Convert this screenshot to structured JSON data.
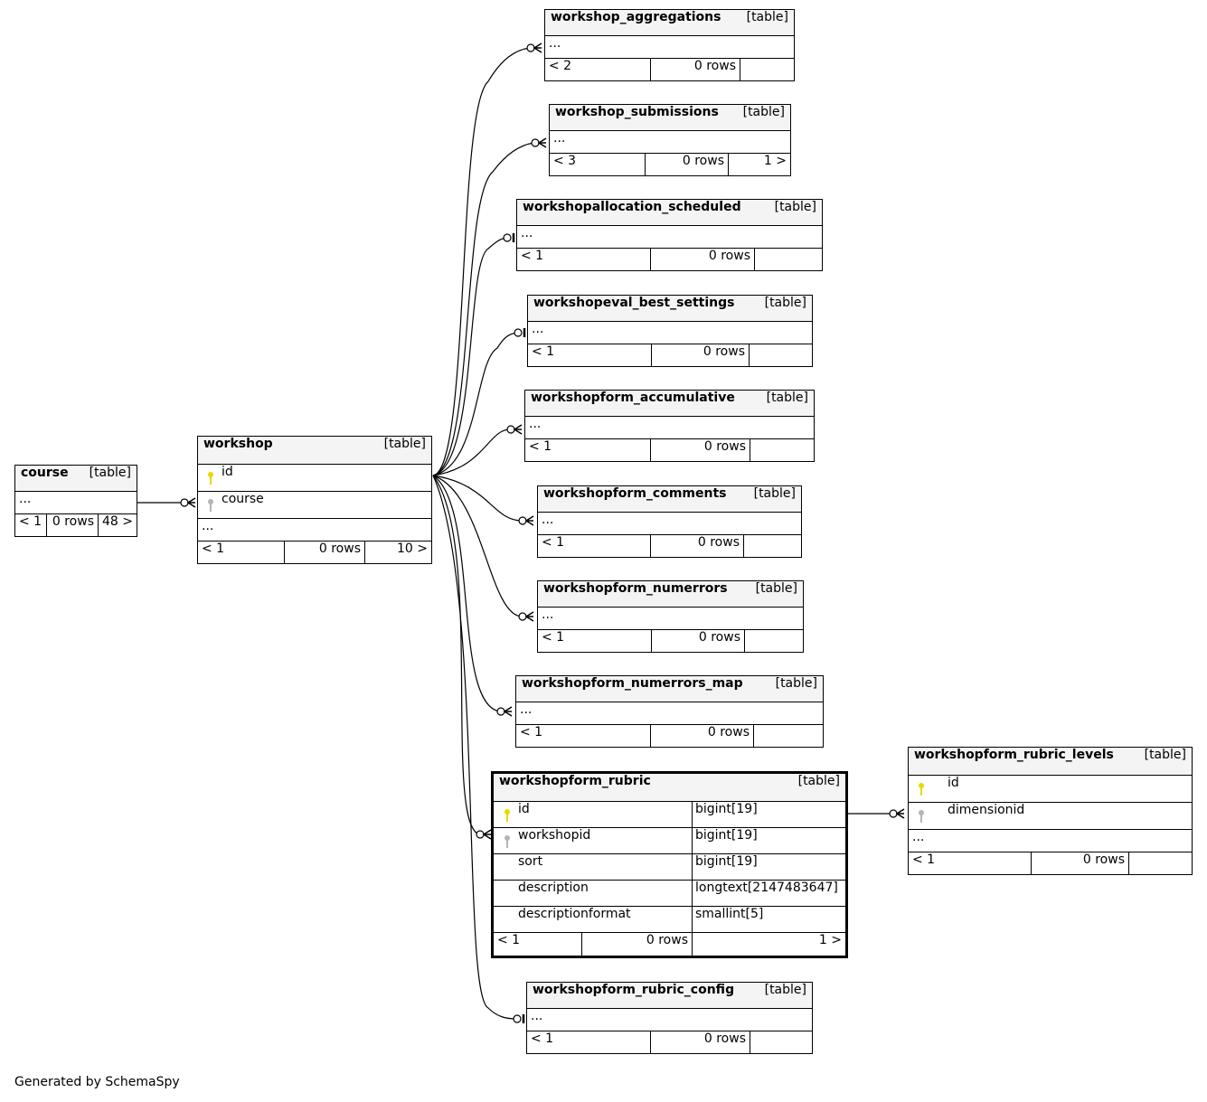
{
  "tables": {
    "course": {
      "name": "course",
      "type": "[table]",
      "ellipsis": "...",
      "footer": [
        "< 1",
        "0 rows",
        "48 >"
      ]
    },
    "workshop": {
      "name": "workshop",
      "type": "[table]",
      "columns": [
        {
          "name": "id",
          "key": "primary"
        },
        {
          "name": "course",
          "key": "foreign"
        }
      ],
      "ellipsis": "...",
      "footer": [
        "< 1",
        "0 rows",
        "10 >"
      ]
    },
    "workshop_aggregations": {
      "name": "workshop_aggregations",
      "type": "[table]",
      "ellipsis": "...",
      "footer": [
        "< 2",
        "0 rows",
        ""
      ]
    },
    "workshop_submissions": {
      "name": "workshop_submissions",
      "type": "[table]",
      "ellipsis": "...",
      "footer": [
        "< 3",
        "0 rows",
        "1 >"
      ]
    },
    "workshopallocation_scheduled": {
      "name": "workshopallocation_scheduled",
      "type": "[table]",
      "ellipsis": "...",
      "footer": [
        "< 1",
        "0 rows",
        ""
      ]
    },
    "workshopeval_best_settings": {
      "name": "workshopeval_best_settings",
      "type": "[table]",
      "ellipsis": "...",
      "footer": [
        "< 1",
        "0 rows",
        ""
      ]
    },
    "workshopform_accumulative": {
      "name": "workshopform_accumulative",
      "type": "[table]",
      "ellipsis": "...",
      "footer": [
        "< 1",
        "0 rows",
        ""
      ]
    },
    "workshopform_comments": {
      "name": "workshopform_comments",
      "type": "[table]",
      "ellipsis": "...",
      "footer": [
        "< 1",
        "0 rows",
        ""
      ]
    },
    "workshopform_numerrors": {
      "name": "workshopform_numerrors",
      "type": "[table]",
      "ellipsis": "...",
      "footer": [
        "< 1",
        "0 rows",
        ""
      ]
    },
    "workshopform_numerrors_map": {
      "name": "workshopform_numerrors_map",
      "type": "[table]",
      "ellipsis": "...",
      "footer": [
        "< 1",
        "0 rows",
        ""
      ]
    },
    "workshopform_rubric": {
      "name": "workshopform_rubric",
      "type": "[table]",
      "columns": [
        {
          "name": "id",
          "type": "bigint[19]",
          "key": "primary"
        },
        {
          "name": "workshopid",
          "type": "bigint[19]",
          "key": "foreign"
        },
        {
          "name": "sort",
          "type": "bigint[19]",
          "key": ""
        },
        {
          "name": "description",
          "type": "longtext[2147483647]",
          "key": ""
        },
        {
          "name": "descriptionformat",
          "type": "smallint[5]",
          "key": ""
        }
      ],
      "footer": [
        "< 1",
        "0 rows",
        "1 >"
      ]
    },
    "workshopform_rubric_levels": {
      "name": "workshopform_rubric_levels",
      "type": "[table]",
      "columns": [
        {
          "name": "id",
          "key": "primary"
        },
        {
          "name": "dimensionid",
          "key": "foreign"
        }
      ],
      "ellipsis": "...",
      "footer": [
        "< 1",
        "0 rows",
        ""
      ]
    },
    "workshopform_rubric_config": {
      "name": "workshopform_rubric_config",
      "type": "[table]",
      "ellipsis": "...",
      "footer": [
        "< 1",
        "0 rows",
        ""
      ]
    }
  },
  "relationships": [
    {
      "from": "course",
      "to": "workshop",
      "cardinality": "zero-or-many"
    },
    {
      "from": "workshop",
      "to": "workshop_aggregations",
      "cardinality": "zero-or-many"
    },
    {
      "from": "workshop",
      "to": "workshop_submissions",
      "cardinality": "zero-or-many"
    },
    {
      "from": "workshop",
      "to": "workshopallocation_scheduled",
      "cardinality": "zero-or-one"
    },
    {
      "from": "workshop",
      "to": "workshopeval_best_settings",
      "cardinality": "zero-or-one"
    },
    {
      "from": "workshop",
      "to": "workshopform_accumulative",
      "cardinality": "zero-or-many"
    },
    {
      "from": "workshop",
      "to": "workshopform_comments",
      "cardinality": "zero-or-many"
    },
    {
      "from": "workshop",
      "to": "workshopform_numerrors",
      "cardinality": "zero-or-many"
    },
    {
      "from": "workshop",
      "to": "workshopform_numerrors_map",
      "cardinality": "zero-or-many"
    },
    {
      "from": "workshop",
      "to": "workshopform_rubric",
      "cardinality": "zero-or-many"
    },
    {
      "from": "workshop",
      "to": "workshopform_rubric_config",
      "cardinality": "zero-or-one"
    },
    {
      "from": "workshopform_rubric",
      "to": "workshopform_rubric_levels",
      "cardinality": "zero-or-many"
    }
  ],
  "colors": {
    "primary_key": "#e8d800",
    "foreign_key": "#b4b4b4",
    "header_bg": "#f4f4f4"
  },
  "footer_text": "Generated by SchemaSpy"
}
